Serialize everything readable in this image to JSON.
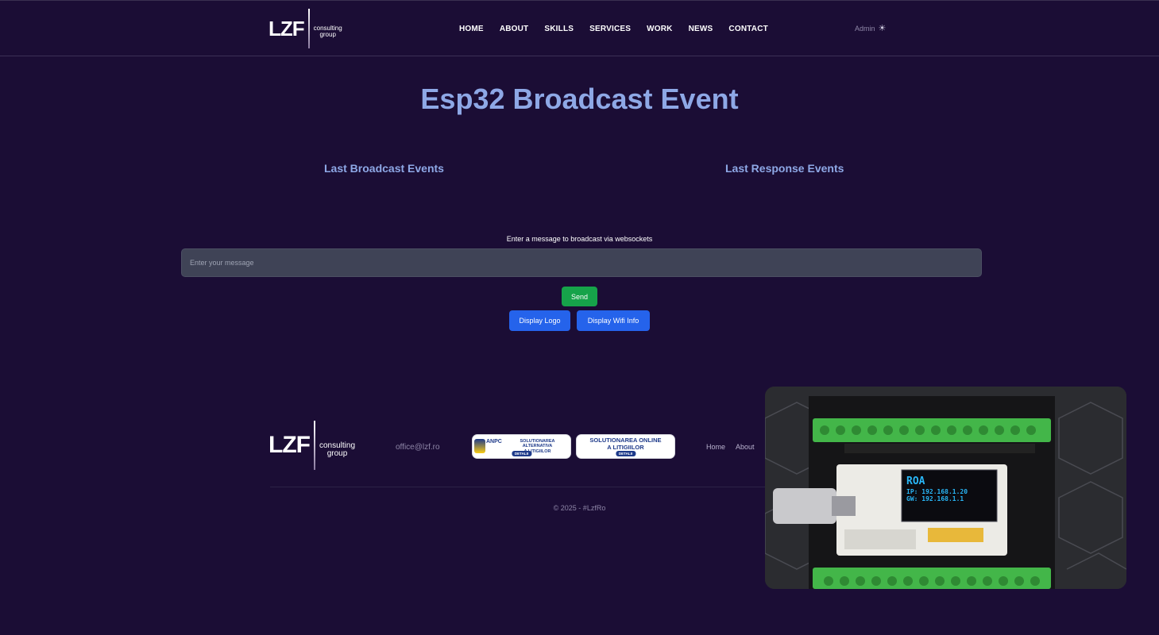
{
  "header": {
    "logo": {
      "main": "LZF",
      "sub_line1": "consulting",
      "sub_line2": "group"
    },
    "nav": [
      "HOME",
      "ABOUT",
      "SKILLS",
      "SERVICES",
      "WORK",
      "NEWS",
      "CONTACT"
    ],
    "admin_label": "Admin",
    "theme_icon": "sun-icon"
  },
  "main": {
    "title": "Esp32 Broadcast Event",
    "broadcast_heading": "Last Broadcast Events",
    "response_heading": "Last Response Events",
    "message_label": "Enter a message to broadcast via websockets",
    "message_placeholder": "Enter your message",
    "message_value": "",
    "send_label": "Send",
    "display_logo_label": "Display Logo",
    "display_wifi_label": "Display Wifi Info"
  },
  "footer": {
    "logo": {
      "main": "LZF",
      "sub_line1": "consulting",
      "sub_line2": "group"
    },
    "email": "office@lzf.ro",
    "badges": [
      {
        "brand": "ANPC",
        "text_line1": "SOLUTIONAREA ALTERNATIVA",
        "text_line2": "A LITIGIILOR",
        "button": "DETALII"
      },
      {
        "text_line1": "SOLUTIONAREA ONLINE",
        "text_line2": "A LITIGIILOR",
        "button": "DETALII"
      }
    ],
    "links": [
      "Home",
      "About"
    ],
    "copyright": "© 2025 - #LzfRo"
  },
  "video_overlay": {
    "oled": {
      "line1": "ROA",
      "line2": "IP: 192.168.1.20",
      "line3": "GW: 192.168.1.1"
    }
  },
  "colors": {
    "background": "#1b0d35",
    "title": "#8ea8e6",
    "send_button": "#16a34a",
    "action_button": "#2563eb",
    "input_bg": "#3f4356",
    "oled_text": "#29b6f6"
  }
}
